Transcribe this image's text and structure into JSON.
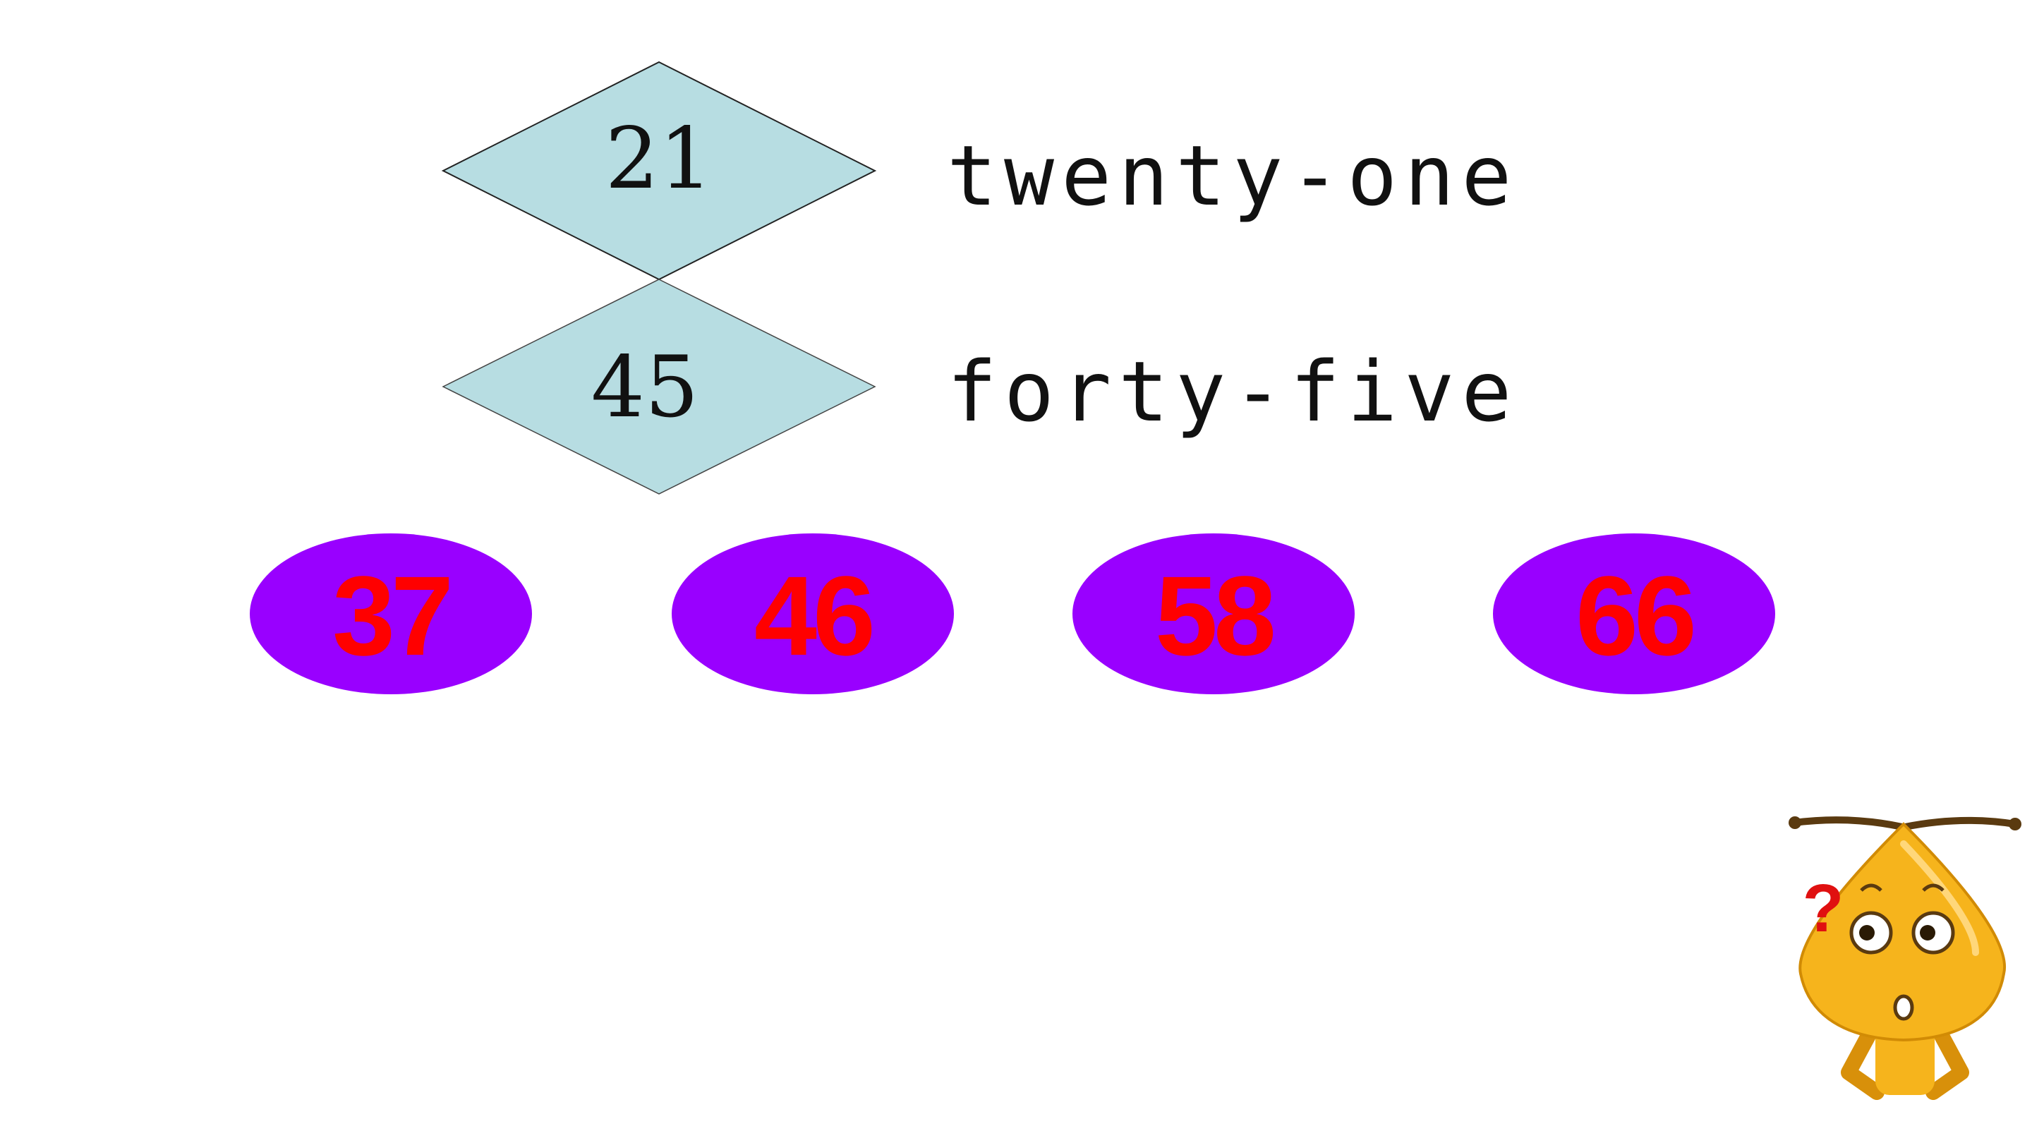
{
  "colors": {
    "diamond_fill": "#b7dde2",
    "oval_fill": "#9900ff",
    "oval_text": "#ff0000",
    "mascot_body": "#f6b41c",
    "question_mark": "#e01010"
  },
  "examples": [
    {
      "number": "21",
      "word": "twenty-one"
    },
    {
      "number": "45",
      "word": "forty-five"
    }
  ],
  "choices": [
    "37",
    "46",
    "58",
    "66"
  ],
  "mascot": {
    "icon": "confused-ant-icon",
    "question_mark": "?"
  }
}
